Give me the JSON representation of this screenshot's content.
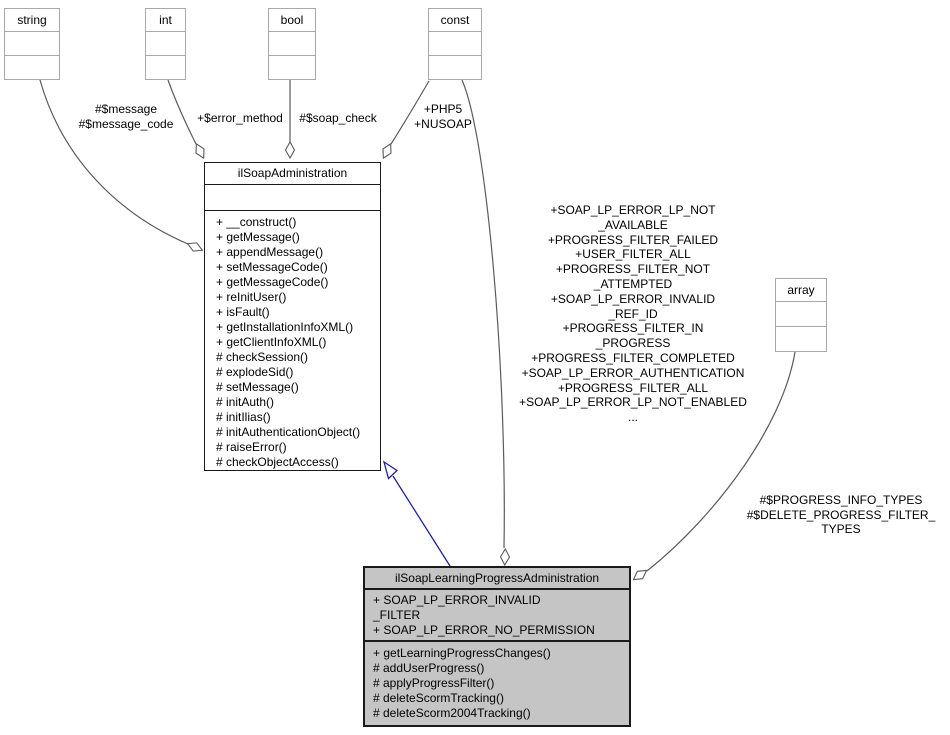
{
  "colors": {
    "edge": "#5b5b5b",
    "inherit-edge": "#22229c",
    "class-border": "#1a1a1a",
    "typebox-border": "#a9a9a9",
    "highlight-fill": "#c5c5c5",
    "box-fill": "#ffffff",
    "text": "#000000",
    "bg": "#ffffff"
  },
  "types": {
    "string": {
      "title": "string"
    },
    "int": {
      "title": "int"
    },
    "bool": {
      "title": "bool"
    },
    "const": {
      "title": "const"
    },
    "array": {
      "title": "array"
    }
  },
  "classes": {
    "admin": {
      "title": "ilSoapAdministration",
      "attributes": [],
      "methods": [
        "+ __construct()",
        "+ getMessage()",
        "+ appendMessage()",
        "+ setMessageCode()",
        "+ getMessageCode()",
        "+ reInitUser()",
        "+ isFault()",
        "+ getInstallationInfoXML()",
        "+ getClientInfoXML()",
        "# checkSession()",
        "# explodeSid()",
        "# setMessage()",
        "# initAuth()",
        "# initIlias()",
        "# initAuthenticationObject()",
        "# raiseError()",
        "# checkObjectAccess()"
      ]
    },
    "lp": {
      "title": "ilSoapLearningProgressAdministration",
      "attributes": [
        "+ SOAP_LP_ERROR_INVALID\n_FILTER",
        "+ SOAP_LP_ERROR_NO_PERMISSION"
      ],
      "methods": [
        "+ getLearningProgressChanges()",
        "# addUserProgress()",
        "# applyProgressFilter()",
        "# deleteScormTracking()",
        "# deleteScorm2004Tracking()"
      ]
    }
  },
  "edge_labels": {
    "string_admin": "#$message\n#$message_code",
    "int_admin": "+$error_method",
    "bool_admin": "#$soap_check",
    "const_admin": "+PHP5\n+NUSOAP",
    "const_lp": "+SOAP_LP_ERROR_LP_NOT\n_AVAILABLE\n+PROGRESS_FILTER_FAILED\n+USER_FILTER_ALL\n+PROGRESS_FILTER_NOT\n_ATTEMPTED\n+SOAP_LP_ERROR_INVALID\n_REF_ID\n+PROGRESS_FILTER_IN\n_PROGRESS\n+PROGRESS_FILTER_COMPLETED\n+SOAP_LP_ERROR_AUTHENTICATION\n+PROGRESS_FILTER_ALL\n+SOAP_LP_ERROR_LP_NOT_ENABLED\n...",
    "array_lp": "#$PROGRESS_INFO_TYPES\n#$DELETE_PROGRESS_FILTER_\nTYPES"
  }
}
